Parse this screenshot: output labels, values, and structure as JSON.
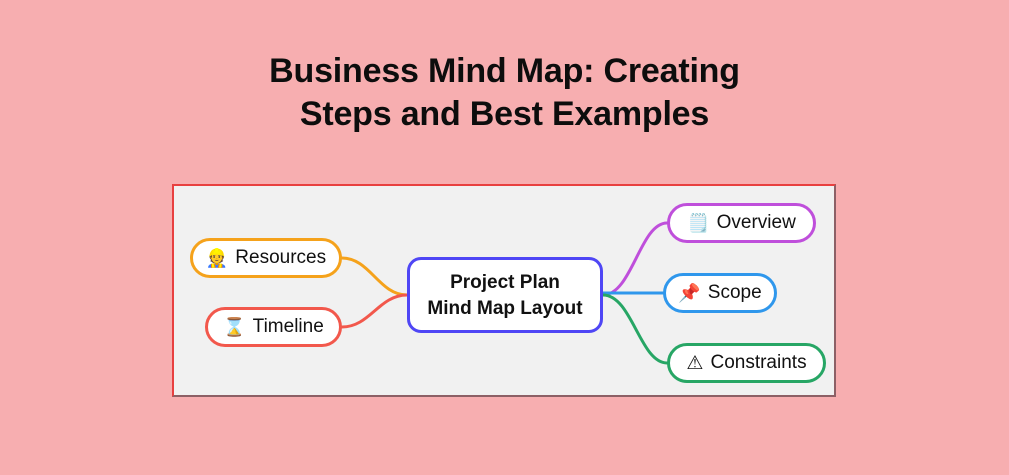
{
  "page": {
    "background_color": "#f7aeb0",
    "title": "Business Mind Map: Creating\nSteps and Best Examples"
  },
  "mindmap": {
    "frame": {
      "background_color": "#f1f1f1",
      "border_color": "#e84040"
    },
    "central_node": {
      "line1": "Project Plan",
      "line2": "Mind Map Layout",
      "border_color": "#4f46f5"
    },
    "branches": [
      {
        "id": "resources",
        "label": "Resources",
        "icon": "👷",
        "icon_name": "construction-worker-icon",
        "border_color": "#f5a21b",
        "side": "left"
      },
      {
        "id": "timeline",
        "label": "Timeline",
        "icon": "⌛",
        "icon_name": "hourglass-icon",
        "border_color": "#f2584c",
        "side": "left"
      },
      {
        "id": "overview",
        "label": "Overview",
        "icon": "🗒️",
        "icon_name": "notepad-icon",
        "border_color": "#bf4fdb",
        "side": "right"
      },
      {
        "id": "scope",
        "label": "Scope",
        "icon": "📌",
        "icon_name": "pushpin-icon",
        "border_color": "#2f97ec",
        "side": "right"
      },
      {
        "id": "constraints",
        "label": "Constraints",
        "icon": "⚠",
        "icon_name": "warning-triangle-icon",
        "border_color": "#27a665",
        "side": "right"
      }
    ]
  }
}
